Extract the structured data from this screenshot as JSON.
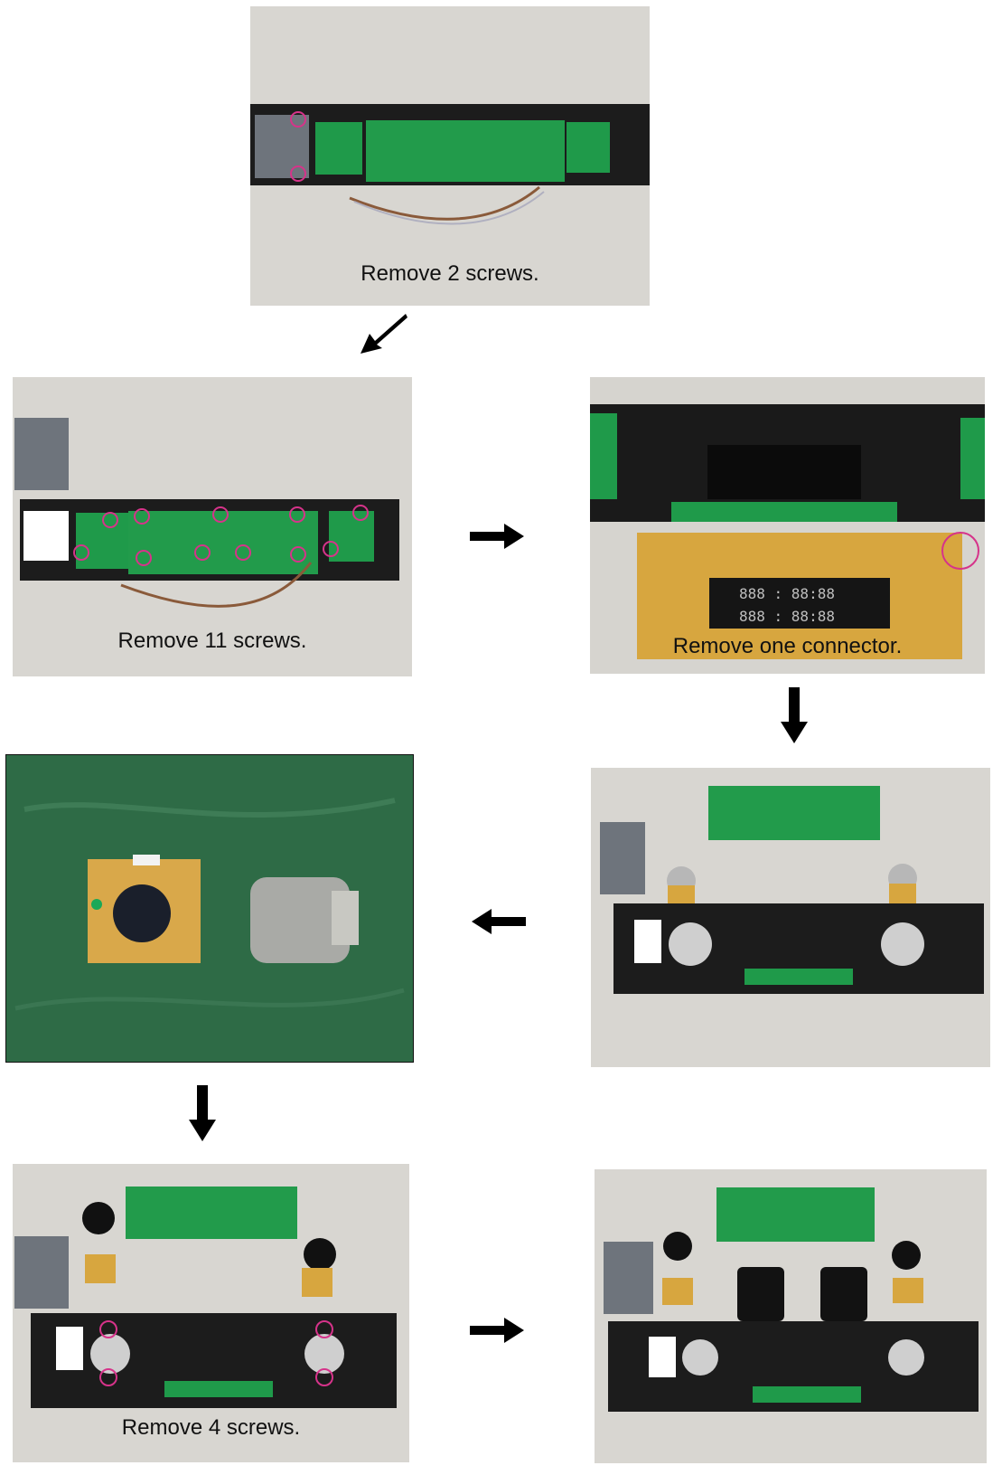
{
  "steps": {
    "step1": {
      "caption": "Remove 2 screws."
    },
    "step2": {
      "caption": "Remove 11 screws."
    },
    "step3": {
      "caption": "Remove one connector."
    },
    "step4": {
      "caption": ""
    },
    "step5": {
      "caption": ""
    },
    "step6": {
      "caption": "Remove 4 screws."
    },
    "step7": {
      "caption": ""
    }
  },
  "display": {
    "digits_row1": "888 : 88:88",
    "digits_row2": "888 : 88:88"
  },
  "colors": {
    "table": "#d6d4cf",
    "panel": "#1b1b1b",
    "pcb_green": "#1f9a4a",
    "pcb_yellow": "#d7a63f",
    "screw_mark": "#d6338a",
    "green_mat": "#2d6b45",
    "arrow": "#000000"
  }
}
